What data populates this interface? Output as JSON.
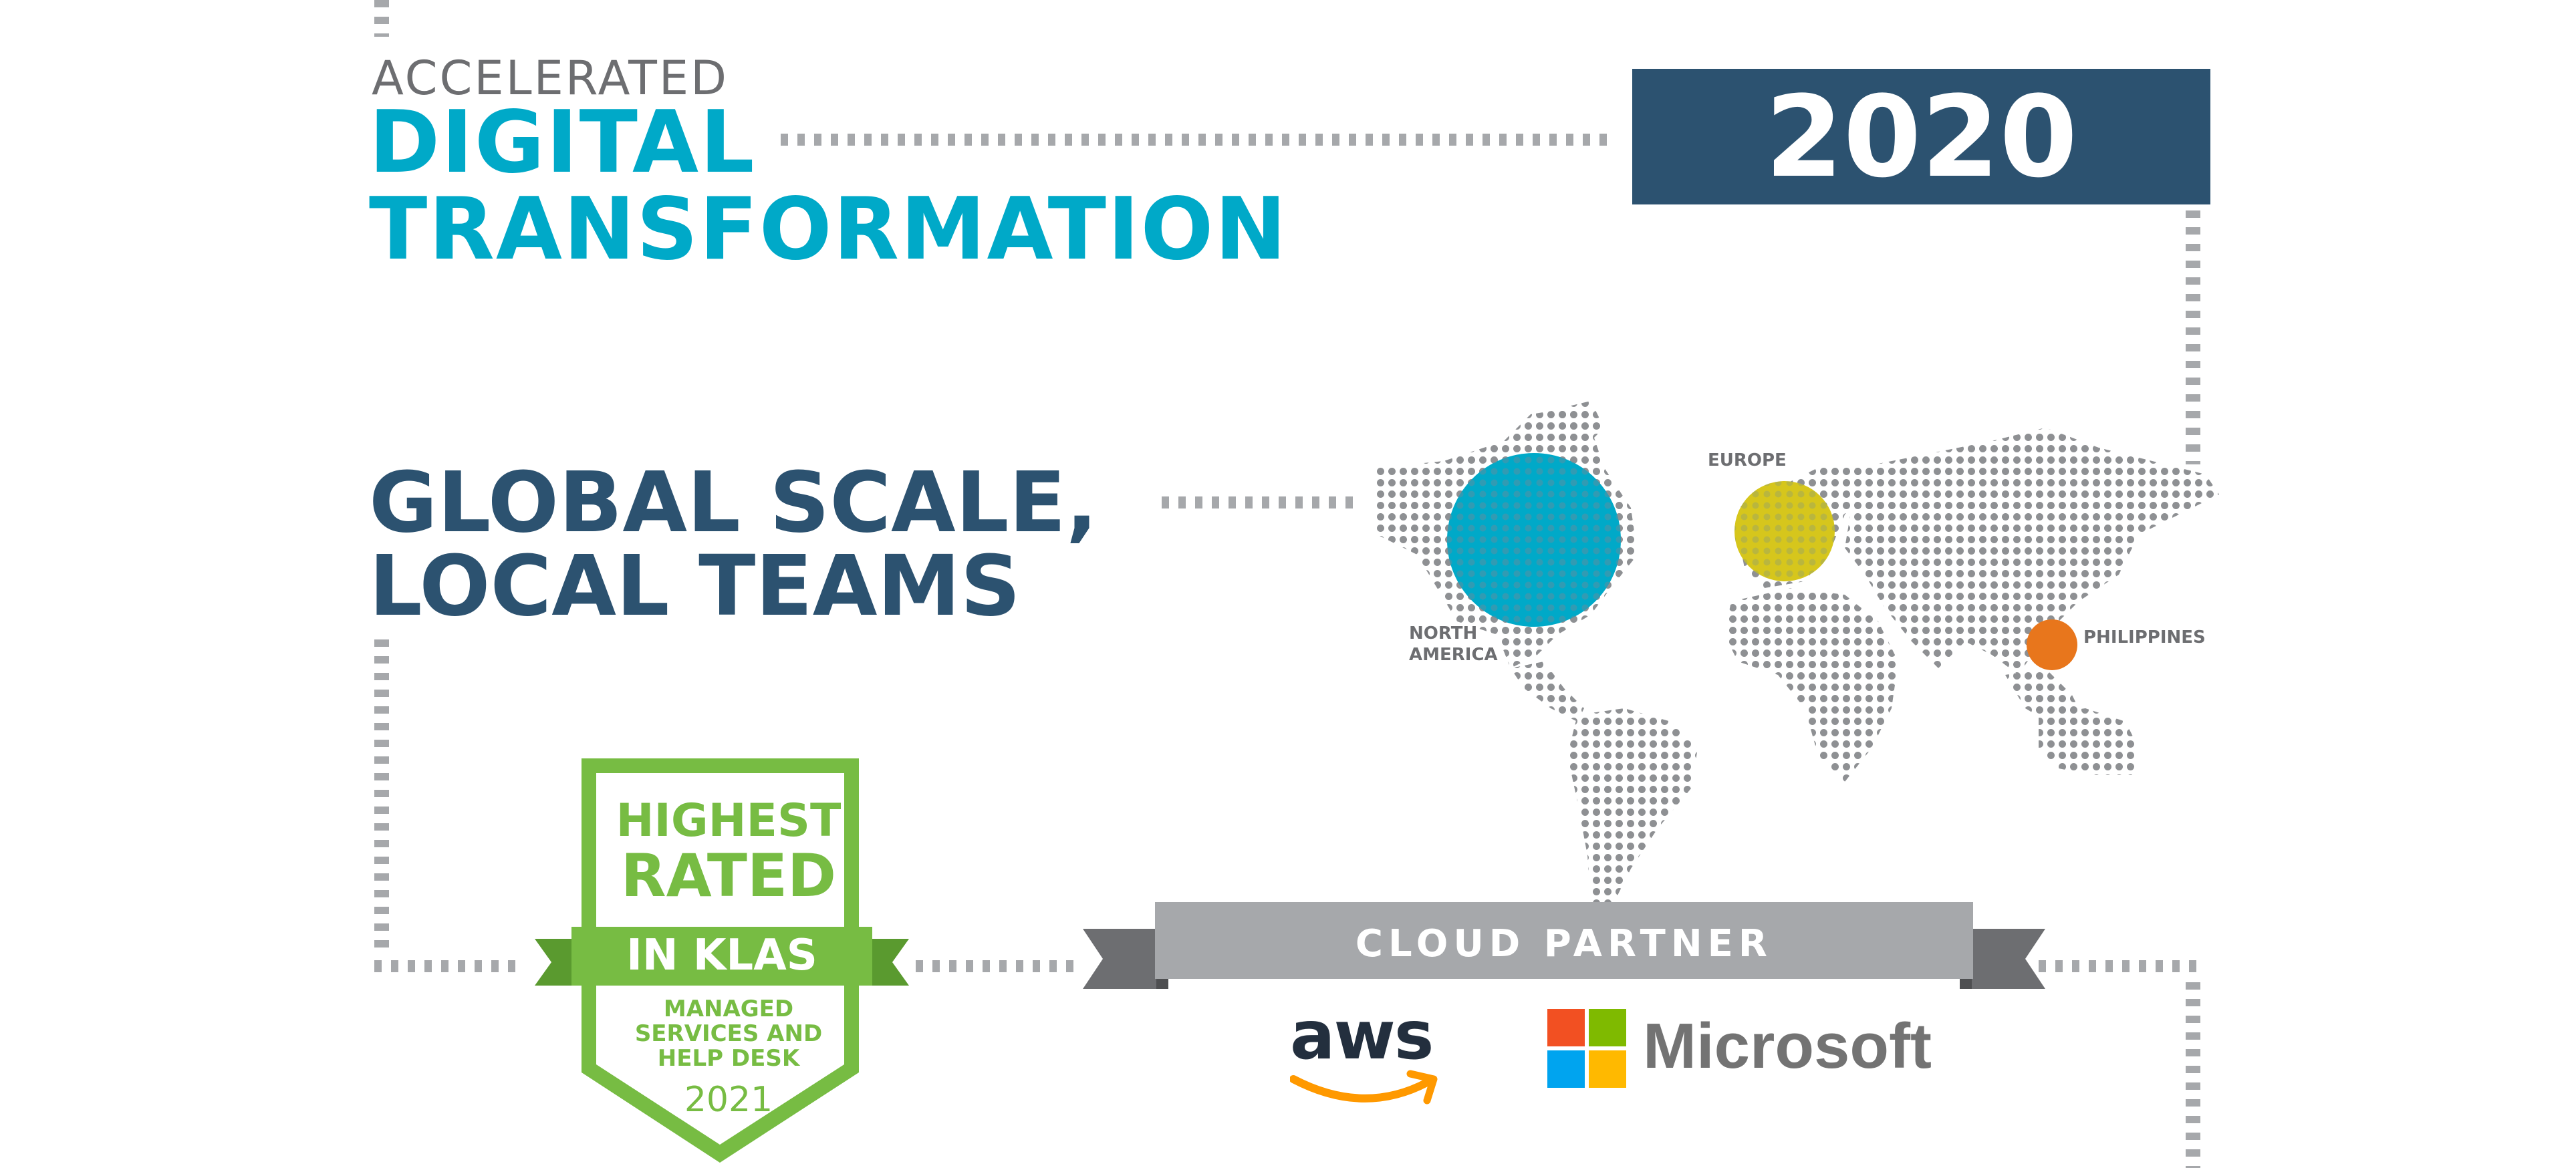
{
  "header": {
    "eyebrow": "ACCELERATED",
    "title_line1": "DIGITAL",
    "title_line2": "TRANSFORMATION"
  },
  "year_banner": {
    "year": "2020"
  },
  "global": {
    "line1": "GLOBAL SCALE,",
    "line2": "LOCAL TEAMS"
  },
  "map": {
    "labels": {
      "europe": "EUROPE",
      "north_america_1": "NORTH",
      "north_america_2": "AMERICA",
      "philippines": "PHILIPPINES"
    }
  },
  "badge": {
    "line1": "HIGHEST",
    "line2": "RATED",
    "ribbon": "IN KLAS",
    "sub1": "MANAGED",
    "sub2": "SERVICES AND",
    "sub3": "HELP DESK",
    "year": "2021"
  },
  "cloud": {
    "ribbon": "CLOUD PARTNER",
    "aws": "aws",
    "microsoft": "Microsoft"
  },
  "colors": {
    "teal": "#00a9c8",
    "navy": "#2c5270",
    "green": "#77bc43",
    "green_dark": "#5a9a2f",
    "grey": "#a6a8ab",
    "yellow": "#d6c61c",
    "orange": "#e8761c"
  }
}
